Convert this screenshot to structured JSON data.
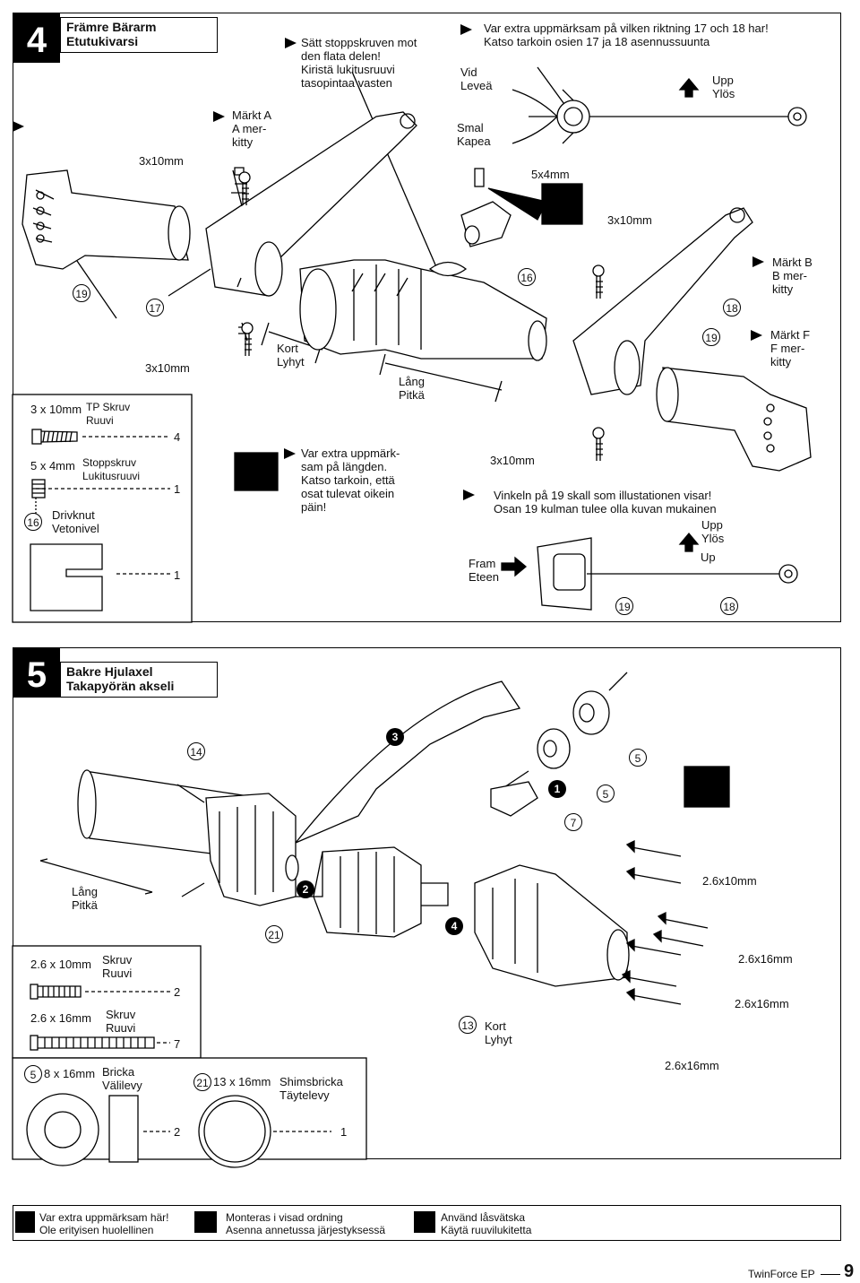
{
  "step4": {
    "number": "4",
    "title": "Främre Bärarm\nEtutukivarsi",
    "note_flat": "Sätt stoppskruven mot\nden flata delen!\nKiristä lukitusruuvi\ntasopintaa vasten",
    "note_direction": "Var extra uppmärksam på vilken riktning  17  och  18  har!\nKatso tarkoin osien 17 ja 18 asennussuunta",
    "label_wide": "Vid\nLeveä",
    "label_narrow": "Smal\nKapea",
    "label_up": "Upp\nYlös",
    "label_mark_a": "Märkt  A\n A  mer-\nkitty",
    "label_mark_b": "Märkt  B\n B  mer-\nkitty",
    "label_mark_f": "Märkt  F\n F  mer-\nkitty",
    "label_short": "Kort\nLyhyt",
    "label_long": "Lång\nPitkä",
    "size_3x10_a": "3x10mm",
    "size_3x10_b": "3x10mm",
    "size_3x10_c": "3x10mm",
    "size_3x10_d": "3x10mm",
    "size_5x4": "5x4mm",
    "parts": {
      "p19a": "19",
      "p17": "17",
      "p16": "16",
      "p18": "18",
      "p19b": "19"
    },
    "note_care": "Var extra uppmärk-\nsam på längden.\nKatso tarkoin, että\nosat tulevat oikein\npäin!",
    "note_angle": "Vinkeln på  19  skall som illustationen visar!\nOsan 19 kulman tulee olla kuvan mukainen",
    "label_up2": "Upp\nYlös",
    "label_up3": "Up",
    "label_front": "Fram\nEteen",
    "parts_bottom": {
      "p19": "19",
      "p18": "18"
    },
    "hardware": [
      {
        "size": "3 x 10mm",
        "name": "TP Skruv\nRuuvi",
        "qty": "4"
      },
      {
        "size": "5 x 4mm",
        "name": "Stoppskruv\nLukitusruuvi",
        "qty": "1"
      },
      {
        "size": "16",
        "name": "Drivknut\nVetonivel",
        "qty": "1"
      }
    ]
  },
  "step5": {
    "number": "5",
    "title": "Bakre Hjulaxel\nTakapyörän akseli",
    "parts": {
      "p14": "14",
      "p21": "21",
      "p13": "13"
    },
    "order": {
      "o1": "1",
      "o2": "2",
      "o3": "3",
      "o4": "4"
    },
    "bearing_labels": {
      "b5a": "5",
      "b5b": "5",
      "b7": "7"
    },
    "label_long": "Lång\nPitkä",
    "label_short": "Kort\nLyhyt",
    "size_26x10": "2.6x10mm",
    "size_26x16_a": "2.6x16mm",
    "size_26x16_b": "2.6x16mm",
    "size_26x16_c": "2.6x16mm",
    "hardware": [
      {
        "size": "2.6 x 10mm",
        "name": "Skruv\nRuuvi",
        "qty": "2"
      },
      {
        "size": "2.6 x 16mm",
        "name": "Skruv\nRuuvi",
        "qty": "7"
      },
      {
        "ref": "5",
        "size": "8 x 16mm",
        "name": "Bricka\nVälilevy",
        "qty": "2"
      },
      {
        "ref": "21",
        "size": "13 x 16mm",
        "name": "Shimsbricka\nTäytelevy",
        "qty": "1"
      }
    ]
  },
  "legend": {
    "care": "Var extra uppmärksam här!\nOle erityisen huolellinen",
    "order": "Monteras i visad ordning\nAsenna annetussa järjestyksessä",
    "threadlock": "Använd låsvätska\nKäytä ruuvilukitetta"
  },
  "footer": {
    "brand": "TwinForce EP",
    "page": "9"
  }
}
